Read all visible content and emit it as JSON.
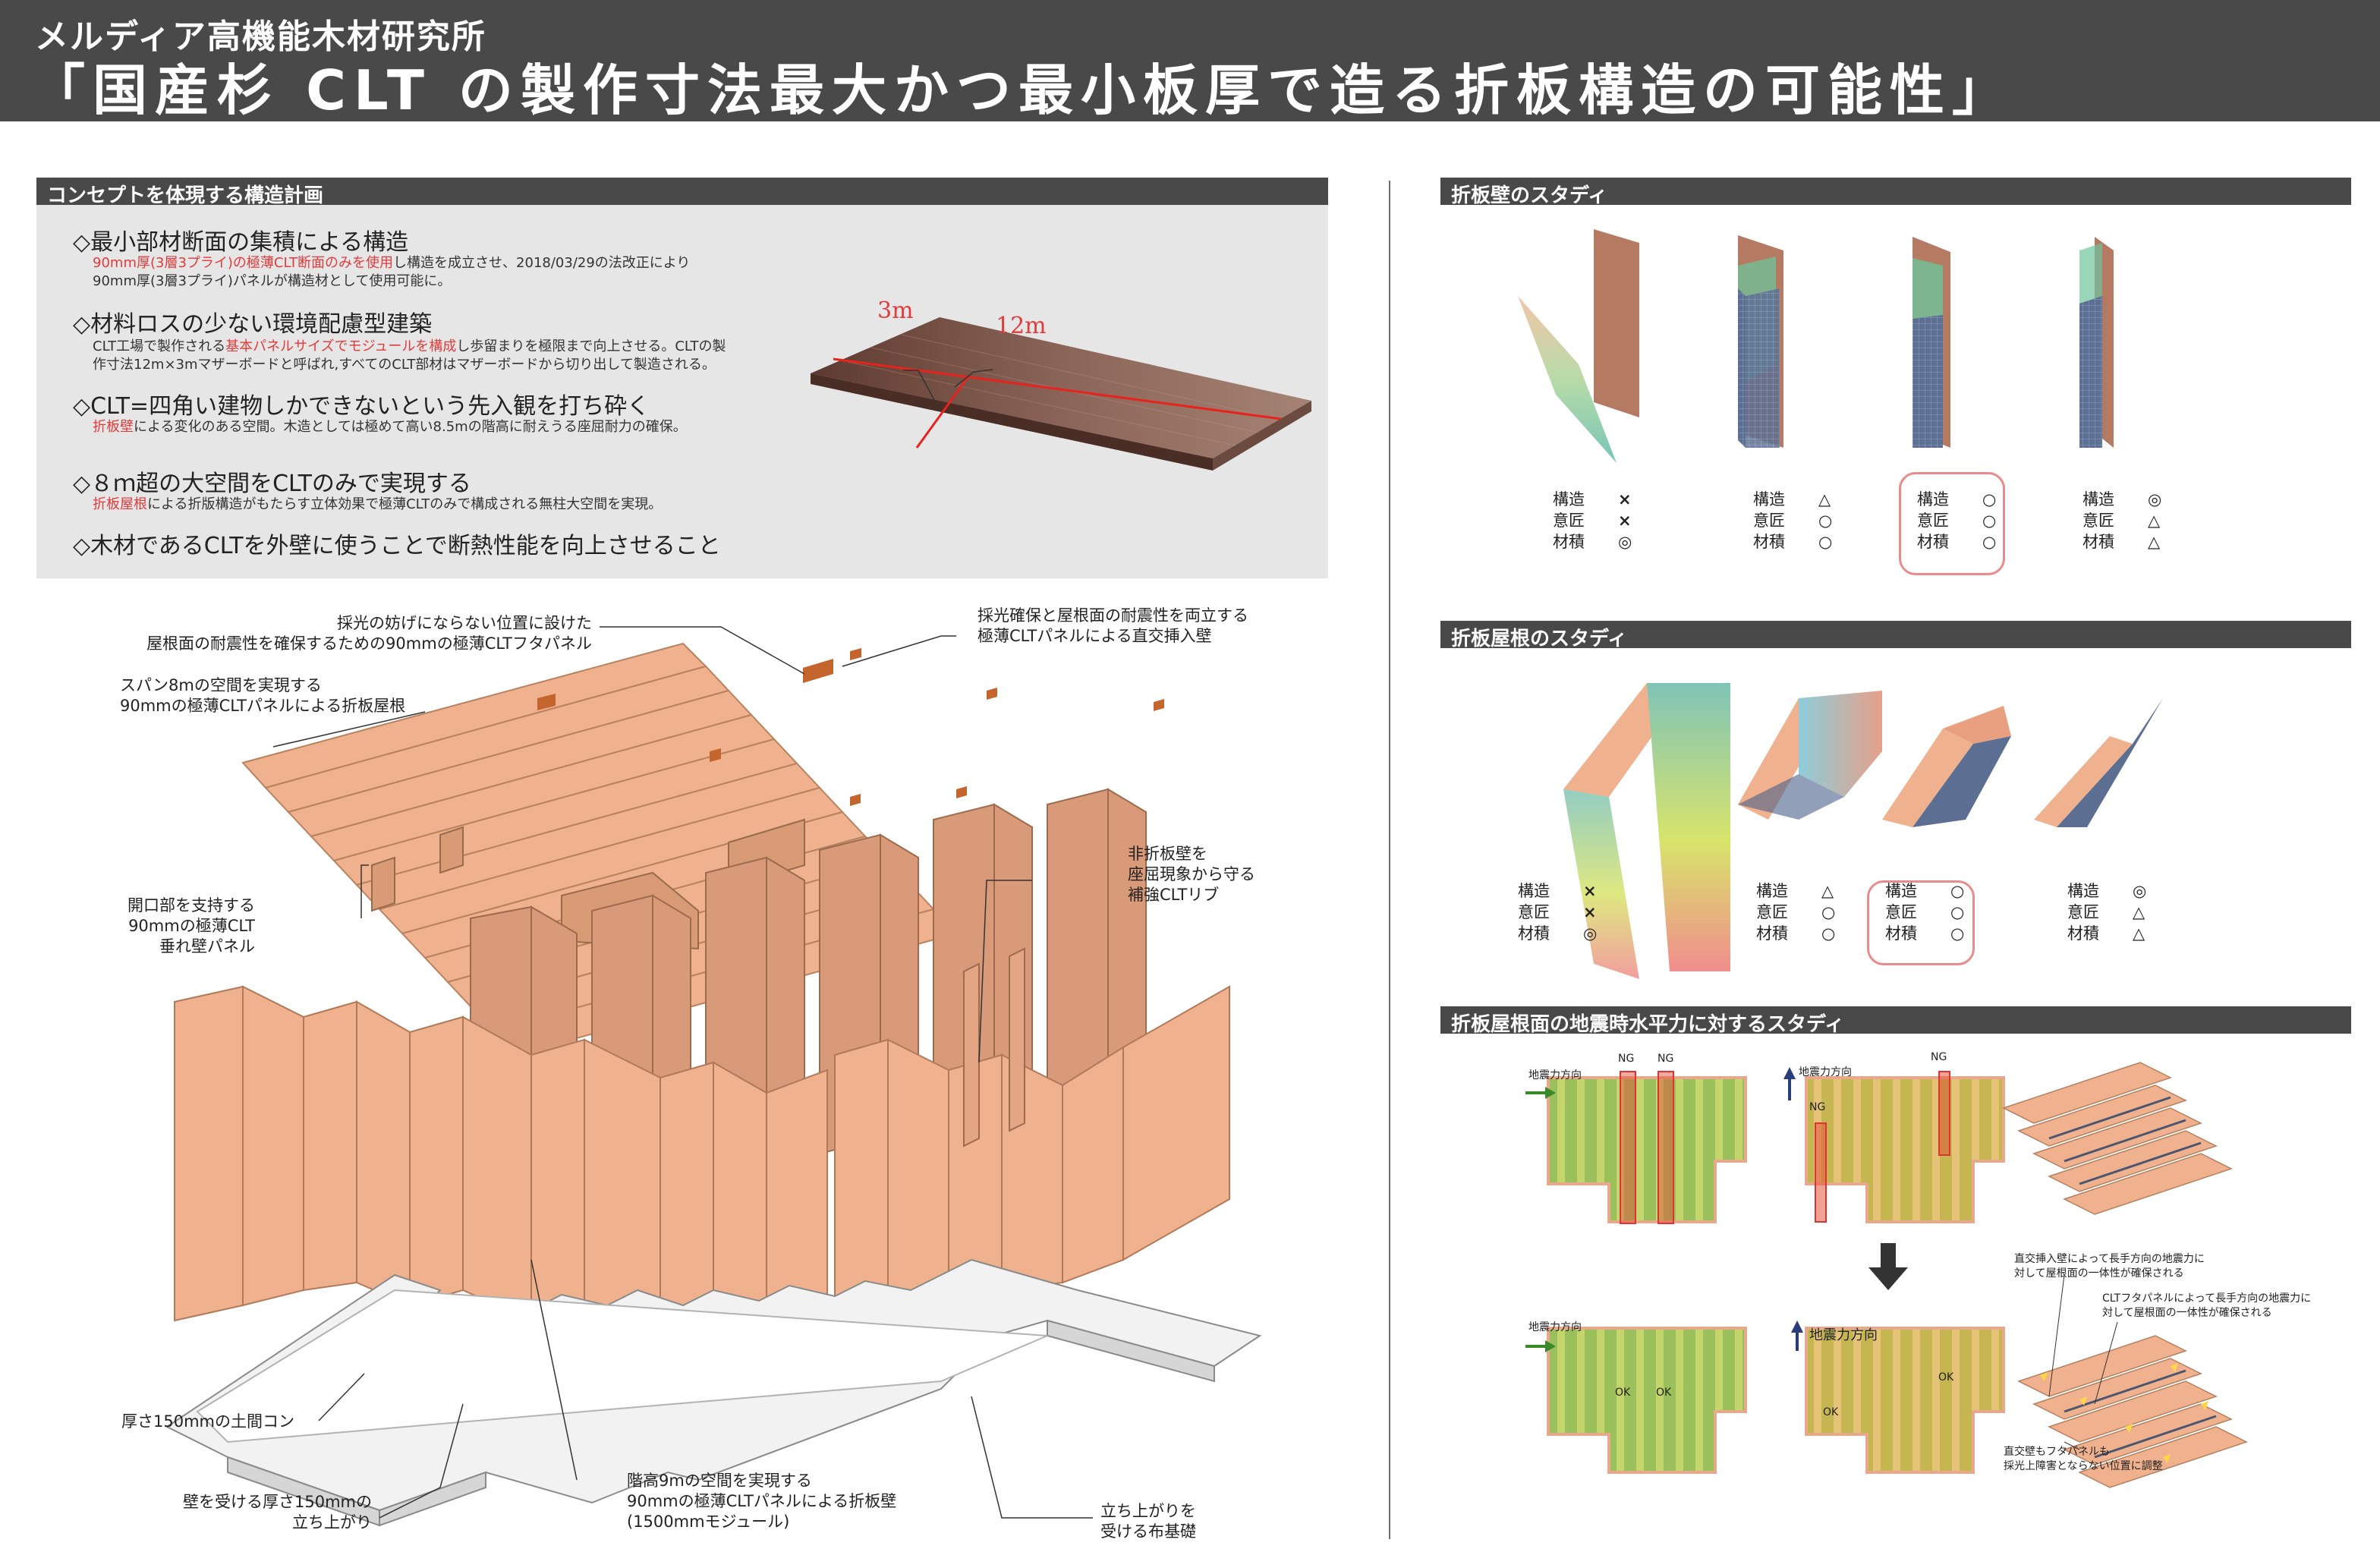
{
  "header": {
    "institute": "メルディア高機能木材研究所",
    "title": "「国産杉 CLT の製作寸法最大かつ最小板厚で造る折板構造の可能性」"
  },
  "colors": {
    "header_bg": "#4a4949",
    "panel_bg": "#e6e6e6",
    "wood": "#f0b28e",
    "wood_dark": "#c57450",
    "accent_red": "#e23b3b",
    "highlight": "#e98b8b"
  },
  "concept": {
    "section_title": "コンセプトを体現する構造計画",
    "points": [
      {
        "head": "◇最小部材断面の集積による構造",
        "line1_red": "90mm厚(3層3プライ)の極薄CLT断面のみを使用",
        "line1_rest": "し構造を成立させ、2018/03/29の法改正により",
        "line2": "90mm厚(3層3プライ)パネルが構造材として使用可能に。"
      },
      {
        "head": "◇材料ロスの少ない環境配慮型建築",
        "line1_pre": "CLT工場で製作される",
        "line1_red": "基本パネルサイズでモジュールを構成",
        "line1_rest": "し歩留まりを極限まで向上させる。CLTの製",
        "line2": "作寸法12m×3mマザーボードと呼ばれ,すべてのCLT部材はマザーボードから切り出して製造される。"
      },
      {
        "head": "◇CLT=四角い建物しかできないという先入観を打ち砕く",
        "line1_red": "折板壁",
        "line1_rest": "による変化のある空間。木造としては極めて高い8.5mの階高に耐えうる座屈耐力の確保。"
      },
      {
        "head": "◇８ｍ超の大空間をCLTのみで実現する",
        "line1_red": "折板屋根",
        "line1_rest": "による折版構造がもたらす立体効果で極薄CLTのみで構成される無柱大空間を実現。"
      },
      {
        "head": "◇木材であるCLTを外壁に使うことで断熱性能を向上させること"
      }
    ],
    "board_dims": {
      "short": "3m",
      "long": "12m"
    }
  },
  "axo_labels": {
    "light": [
      "採光の妨げにならない位置に設けた",
      "屋根面の耐震性を確保するための90mmの極薄CLTフタパネル"
    ],
    "crosswall": [
      "採光確保と屋根面の耐震性を両立する",
      "極薄CLTパネルによる直交挿入壁"
    ],
    "roof": [
      "スパン8mの空間を実現する",
      "90mmの極薄CLTパネルによる折板屋根"
    ],
    "hanging": [
      "開口部を支持する",
      "90mmの極薄CLT",
      "垂れ壁パネル"
    ],
    "rib": [
      "非折板壁を",
      "座屈現象から守る",
      "補強CLTリブ"
    ],
    "slab": [
      "厚さ150mmの土間コン"
    ],
    "upstand": [
      "壁を受ける厚さ150mmの",
      "立ち上がり"
    ],
    "wall": [
      "階高9mの空間を実現する",
      "90mmの極薄CLTパネルによる折板壁",
      "(1500mmモジュール)"
    ],
    "footing": [
      "立ち上がりを",
      "受ける布基礎"
    ]
  },
  "wall_study": {
    "title": "折板壁のスタディ",
    "items": [
      {
        "s": "×",
        "d": "×",
        "m": "◎"
      },
      {
        "s": "△",
        "d": "○",
        "m": "○"
      },
      {
        "s": "○",
        "d": "○",
        "m": "○"
      },
      {
        "s": "◎",
        "d": "△",
        "m": "△"
      }
    ]
  },
  "roof_study": {
    "title": "折板屋根のスタディ",
    "items": [
      {
        "s": "×",
        "d": "×",
        "m": "◎"
      },
      {
        "s": "△",
        "d": "○",
        "m": "○"
      },
      {
        "s": "○",
        "d": "○",
        "m": "○"
      },
      {
        "s": "◎",
        "d": "△",
        "m": "△"
      }
    ]
  },
  "rating_labels": {
    "structure": "構造",
    "design": "意匠",
    "material": "材積"
  },
  "seismic_study": {
    "title": "折板屋根面の地震時水平力に対するスタディ",
    "force_dir": "地震力方向",
    "ng": "NG",
    "ok": "OK",
    "note1": [
      "直交挿入壁によって長手方向の地震力に",
      "対して屋根面の一体性が確保される"
    ],
    "note2": [
      "CLTフタパネルによって長手方向の地震力に",
      "対して屋根面の一体性が確保される"
    ],
    "note3": [
      "直交壁もフタパネルも",
      "採光上障害とならない位置に調整"
    ]
  }
}
